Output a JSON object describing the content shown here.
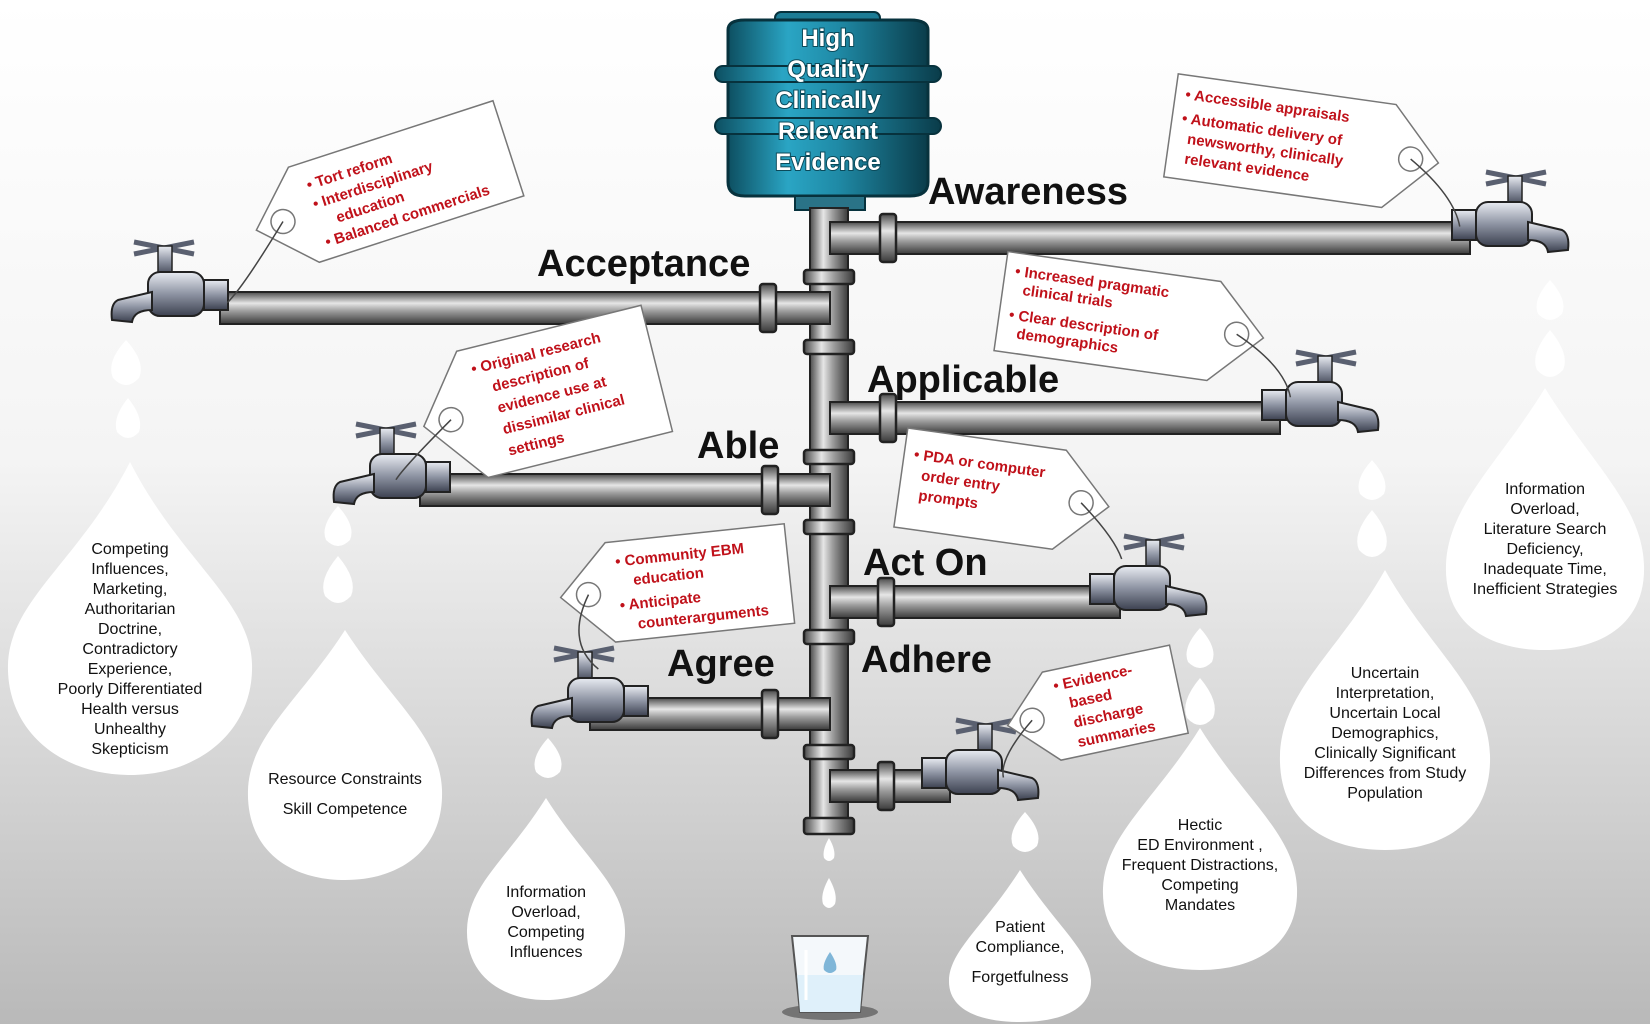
{
  "source": {
    "lines": [
      "High",
      "Quality",
      "Clinically",
      "Relevant",
      "Evidence"
    ]
  },
  "stages": {
    "awareness": "Awareness",
    "acceptance": "Acceptance",
    "applicable": "Applicable",
    "able": "Able",
    "act_on": "Act On",
    "agree": "Agree",
    "adhere": "Adhere"
  },
  "tags": {
    "acceptance": [
      "• Tort reform",
      "• Interdisciplinary",
      "education",
      "• Balanced commercials"
    ],
    "awareness": [
      "• Accessible appraisals",
      "• Automatic delivery of",
      "newsworthy, clinically",
      "relevant evidence"
    ],
    "applicable": [
      "• Increased pragmatic",
      "clinical trials",
      "• Clear description of",
      "demographics"
    ],
    "able": [
      "• Original research",
      "description of",
      "evidence use at",
      "dissimilar clinical",
      "settings"
    ],
    "act_on": [
      "• PDA or computer",
      "order entry",
      "prompts"
    ],
    "agree": [
      "• Community EBM",
      "education",
      "• Anticipate",
      "counterarguments"
    ],
    "adhere": [
      "• Evidence-",
      "based",
      "discharge",
      "summaries"
    ]
  },
  "barriers": {
    "acceptance": [
      "Competing",
      "Influences,",
      "Marketing,",
      "Authoritarian",
      "Doctrine,",
      "Contradictory",
      "Experience,",
      "Poorly Differentiated",
      "Health versus",
      "Unhealthy",
      "Skepticism"
    ],
    "able": [
      "Resource Constraints",
      "Skill Competence"
    ],
    "agree": [
      "Information",
      "Overload,",
      "Competing",
      "Influences"
    ],
    "adhere": [
      "Patient",
      "Compliance,",
      "Forgetfulness"
    ],
    "act_on": [
      "Hectic",
      "ED Environment ,",
      "Frequent Distractions,",
      "Competing",
      "Mandates"
    ],
    "applicable": [
      "Uncertain",
      "Interpretation,",
      "Uncertain Local",
      "Demographics,",
      "Clinically Significant",
      "Differences from Study",
      "Population"
    ],
    "awareness": [
      "Information",
      "Overload,",
      "Literature Search",
      "Deficiency,",
      "Inadequate Time,",
      "Inefficient Strategies"
    ]
  },
  "colors": {
    "bottle": "#1f8aa6",
    "tag_text": "#c0111a",
    "pipe": "#9a9a9a"
  },
  "icons": [
    "water-bottle-icon",
    "faucet-icon",
    "glass-icon",
    "drop-icon"
  ]
}
